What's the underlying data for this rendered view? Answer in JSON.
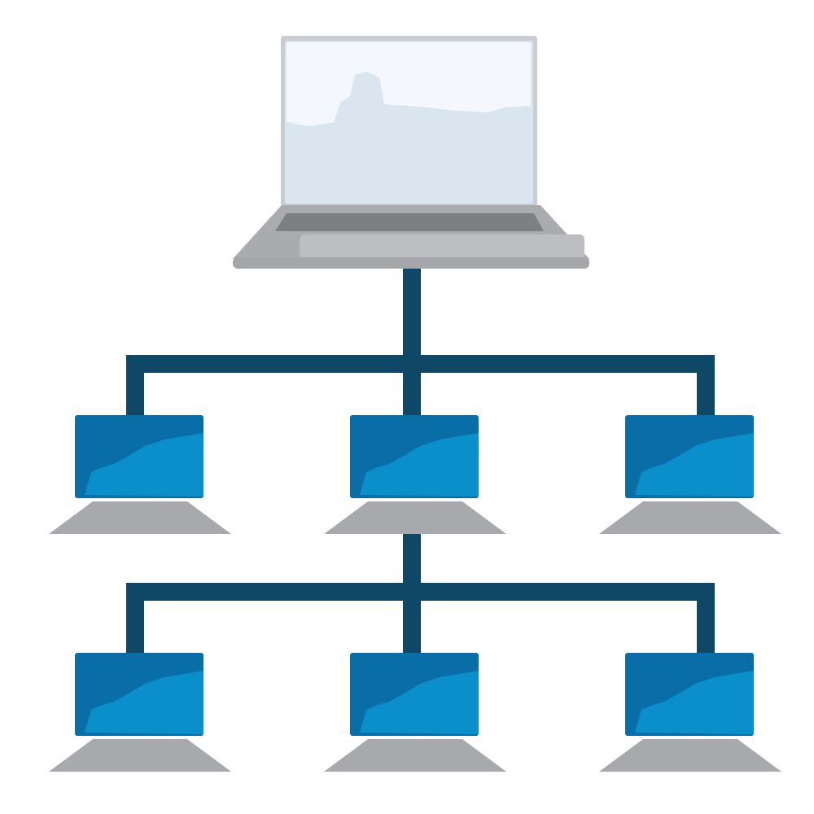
{
  "diagram": {
    "type": "hierarchical-network",
    "connector_color": "#0e4866",
    "nodes": [
      {
        "id": "server",
        "role": "root",
        "icon": "laptop-icon",
        "screen_color": "#dbe5f0",
        "level": 0
      },
      {
        "id": "client-1",
        "role": "child",
        "icon": "laptop-icon",
        "screen_color": "#0b8fca",
        "level": 1,
        "parent": "server"
      },
      {
        "id": "client-2",
        "role": "child",
        "icon": "laptop-icon",
        "screen_color": "#0b8fca",
        "level": 1,
        "parent": "server"
      },
      {
        "id": "client-3",
        "role": "child",
        "icon": "laptop-icon",
        "screen_color": "#0b8fca",
        "level": 1,
        "parent": "server"
      },
      {
        "id": "client-4",
        "role": "child",
        "icon": "laptop-icon",
        "screen_color": "#0b8fca",
        "level": 2,
        "parent": "client-2"
      },
      {
        "id": "client-5",
        "role": "child",
        "icon": "laptop-icon",
        "screen_color": "#0b8fca",
        "level": 2,
        "parent": "client-2"
      },
      {
        "id": "client-6",
        "role": "child",
        "icon": "laptop-icon",
        "screen_color": "#0b8fca",
        "level": 2,
        "parent": "client-2"
      }
    ],
    "colors": {
      "root_screen": "#dbe5f0",
      "root_screen_highlight": "#f4f7fb",
      "root_frame": "#bcc0c4",
      "root_base": "#a9abae",
      "root_base_dark": "#7d7f82",
      "child_screen": "#0b8fca",
      "child_screen_dark": "#0a6ea6",
      "child_base": "#a7a9ac"
    }
  }
}
